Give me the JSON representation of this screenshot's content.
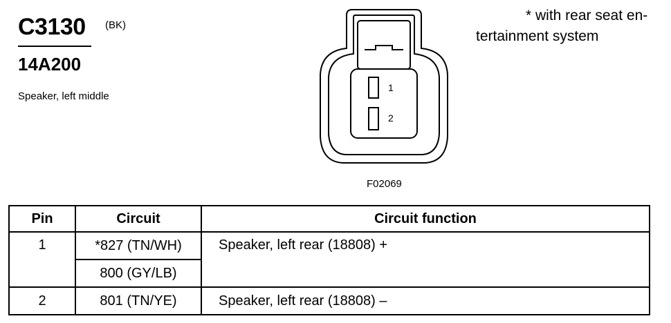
{
  "header": {
    "connector_id": "C3130",
    "color_code": "(BK)",
    "part_number": "14A200",
    "description": "Speaker, left middle"
  },
  "note": {
    "line1": "* with rear seat en-",
    "line2": "tertainment system"
  },
  "figure": {
    "pin_labels": [
      "1",
      "2"
    ],
    "code": "F02069"
  },
  "table": {
    "headers": [
      "Pin",
      "Circuit",
      "Circuit function"
    ],
    "rows": [
      {
        "pin": "1",
        "circuits": [
          "*827 (TN/WH)",
          "800 (GY/LB)"
        ],
        "function": "Speaker, left rear (18808) +"
      },
      {
        "pin": "2",
        "circuits": [
          "801 (TN/YE)"
        ],
        "function": "Speaker, left rear (18808) –"
      }
    ]
  }
}
